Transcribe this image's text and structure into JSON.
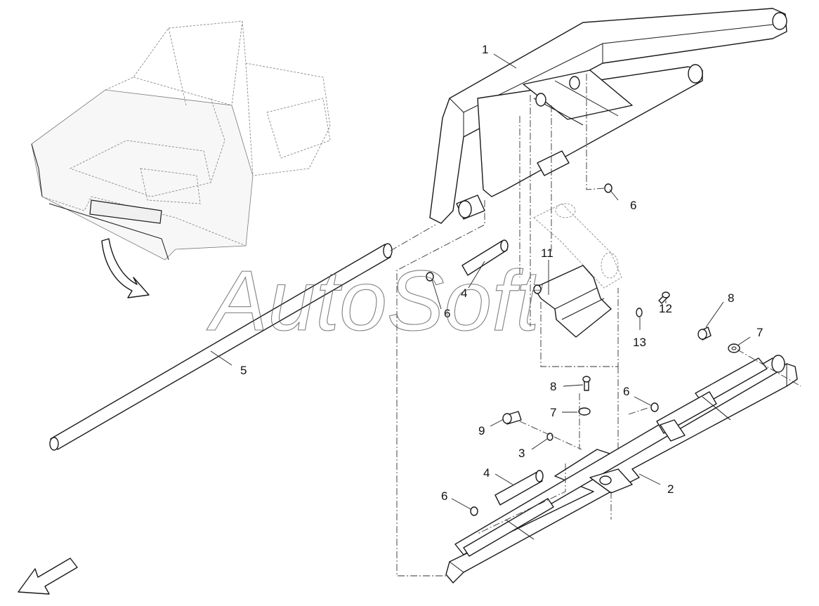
{
  "watermark": "AutoSoft",
  "callouts": [
    {
      "id": "1",
      "label": "1"
    },
    {
      "id": "2",
      "label": "2"
    },
    {
      "id": "3",
      "label": "3"
    },
    {
      "id": "4a",
      "label": "4"
    },
    {
      "id": "4b",
      "label": "4"
    },
    {
      "id": "5",
      "label": "5"
    },
    {
      "id": "6a",
      "label": "6"
    },
    {
      "id": "6b",
      "label": "6"
    },
    {
      "id": "6c",
      "label": "6"
    },
    {
      "id": "6d",
      "label": "6"
    },
    {
      "id": "7a",
      "label": "7"
    },
    {
      "id": "7b",
      "label": "7"
    },
    {
      "id": "8a",
      "label": "8"
    },
    {
      "id": "8b",
      "label": "8"
    },
    {
      "id": "9",
      "label": "9"
    },
    {
      "id": "11",
      "label": "11"
    },
    {
      "id": "12",
      "label": "12"
    },
    {
      "id": "13",
      "label": "13"
    }
  ],
  "icons": {
    "locator_arrow": "curved-arrow-icon",
    "direction_arrow": "direction-arrow-icon"
  }
}
